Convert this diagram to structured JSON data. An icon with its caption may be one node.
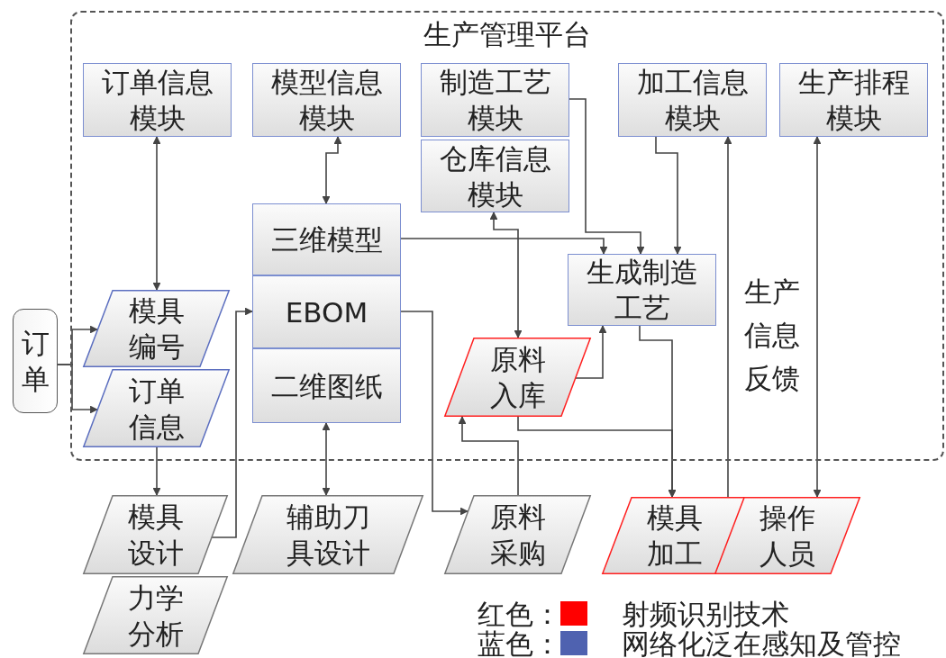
{
  "diagram": {
    "nodes": [
      {
        "text": [
          "生产管理平台"
        ]
      },
      {
        "text": [
          "订单信息模块"
        ],
        "in": 0
      },
      {
        "text": [
          "模型信息模块"
        ],
        "in": 0
      },
      {
        "text": [
          "制造工艺模块"
        ],
        "in": 0
      },
      {
        "text": [
          "仓库信息模块"
        ],
        "in": 0
      },
      {
        "text": [
          "加工信息模块"
        ],
        "in": 0
      },
      {
        "text": [
          "生产排程模块"
        ],
        "in": 0
      },
      {
        "text": [
          "三维模型"
        ],
        "in": 0
      },
      {
        "text": [
          "EBOM"
        ],
        "in": 0
      },
      {
        "text": [
          "二维图纸"
        ],
        "in": 0
      },
      {
        "text": [
          "生成制造工艺"
        ],
        "in": 0
      },
      {
        "text": [
          "模具编号"
        ],
        "in": 0
      },
      {
        "text": [
          "订单信息"
        ],
        "in": 0
      },
      {
        "text": [
          "原料入库"
        ],
        "in": 0
      },
      {
        "text": [
          "订单"
        ]
      },
      {
        "text": [
          "模具设计"
        ]
      },
      {
        "text": [
          "力学分析"
        ]
      },
      {
        "text": [
          "辅助刀具设计"
        ]
      },
      {
        "text": [
          "原料采购"
        ]
      },
      {
        "text": [
          "模具加工"
        ]
      },
      {
        "text": [
          "操作人员"
        ]
      }
    ],
    "edges": [
      {
        "from": 14,
        "to": 11,
        "arrow": "to"
      },
      {
        "from": 14,
        "to": 12,
        "arrow": "to"
      },
      {
        "from": 1,
        "to": 11,
        "arrow": "both"
      },
      {
        "from": 2,
        "to": 7,
        "arrow": "both"
      },
      {
        "from": 12,
        "to": 15,
        "arrow": "to"
      },
      {
        "from": 15,
        "to": 8,
        "arrow": "to"
      },
      {
        "from": 17,
        "to": 9,
        "arrow": "both"
      },
      {
        "from": 8,
        "to": 18,
        "arrow": "to"
      },
      {
        "from": 7,
        "to": 10,
        "arrow": "to"
      },
      {
        "from": 3,
        "to": 10,
        "arrow": "to"
      },
      {
        "from": 5,
        "to": 10,
        "arrow": "to"
      },
      {
        "from": 4,
        "to": 13,
        "arrow": "both"
      },
      {
        "from": 13,
        "to": 10,
        "arrow": "to"
      },
      {
        "from": 18,
        "to": 13,
        "arrow": "to"
      },
      {
        "from": 10,
        "to": 19,
        "arrow": "to"
      },
      {
        "from": 13,
        "to": 19,
        "arrow": "to"
      },
      {
        "from": 19,
        "to": 5,
        "arrow": "to"
      },
      {
        "from": 6,
        "to": 20,
        "arrow": "both"
      }
    ],
    "labels": [
      "生产信息反馈",
      "红色：",
      "蓝色："
    ],
    "legend": [
      {
        "text": "射频识别技术",
        "color": "#ff0000"
      },
      {
        "text": "网络化泛在感知及管控",
        "color": "#4f62b0"
      }
    ]
  }
}
